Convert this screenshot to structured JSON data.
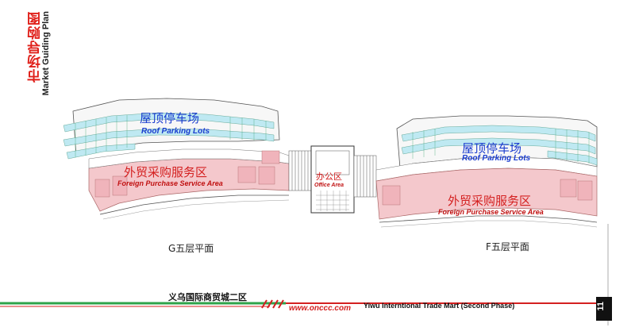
{
  "side_title": {
    "cn": "市场导购图",
    "en": "Market Guiding Plan"
  },
  "left_building": {
    "roof_cn": "屋顶停车场",
    "roof_en": "Roof Parking Lots",
    "service_cn": "外贸采购服务区",
    "service_en": "Foreign Purchase Service Area",
    "floor_label": "G五层平面"
  },
  "right_building": {
    "roof_cn": "屋顶停车场",
    "roof_en": "Roof Parking Lots",
    "service_cn": "外贸采购服务区",
    "service_en": "Foreign Purchase Service Area",
    "floor_label": "F五层平面"
  },
  "office": {
    "cn": "办公区",
    "en": "Office Area"
  },
  "footer": {
    "cn_name": "义乌国际商贸城二区",
    "url": "www.onccc.com",
    "en_name": "Yiwu Interntional Trade Mart (Second Phase)",
    "page": "11"
  },
  "colors": {
    "parking_fill": "#bfe9f2",
    "service_fill": "#f4c8cc",
    "label_blue": "#1a3ccf",
    "label_red": "#d42020",
    "footer_green": "#2ea34a",
    "footer_red": "#d42020"
  }
}
